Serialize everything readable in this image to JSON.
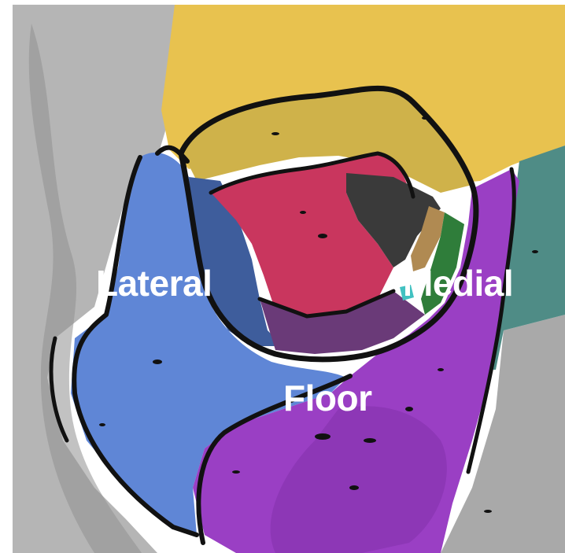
{
  "labels": {
    "lateral": "Lateral",
    "medial": "Medial",
    "floor": "Floor"
  },
  "colors": {
    "background": "#ffffff",
    "frontal_bone": "#e8c24f",
    "orbital_plate_frontal": "#cfb24a",
    "zygomatic_bone": "#5f86d6",
    "greater_wing_sphenoid": "#3e5d9c",
    "maxilla": "#9a3fc4",
    "orbit_floor_maxilla": "#6a3a78",
    "lesser_wing_sphenoid": "#c9365e",
    "optic_canal": "#3a3a3a",
    "ethmoid_bone": "#4f8c86",
    "lacrimal_bone": "#b08a52",
    "palatine_bone": "#2f7d3a",
    "lateral_skull": "#b5b5b5",
    "outline": "#111111",
    "label_text": "#ffffff"
  }
}
